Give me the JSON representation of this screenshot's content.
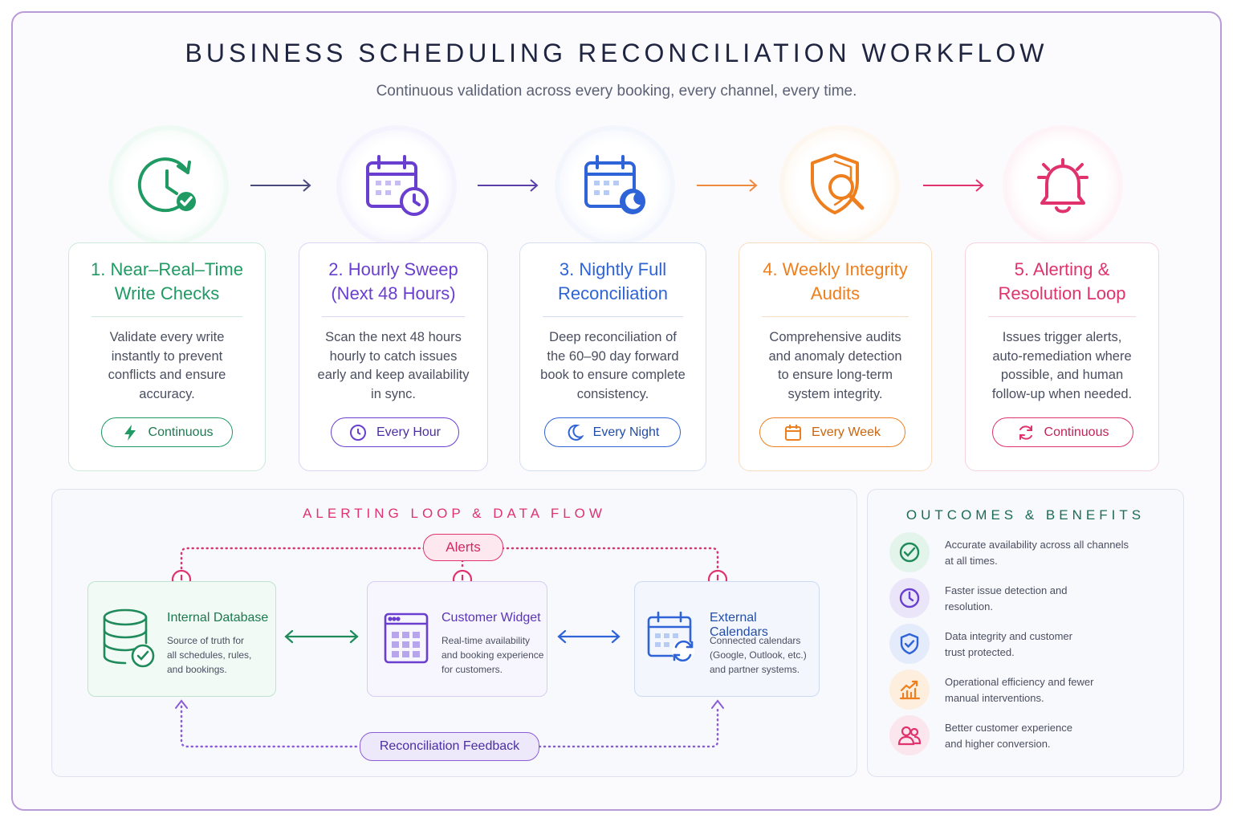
{
  "header": {
    "title": "BUSINESS SCHEDULING RECONCILIATION WORKFLOW",
    "subtitle": "Continuous validation across every booking, every channel, every time."
  },
  "colors": {
    "green": "#1f9a63",
    "purple": "#6a3fcf",
    "blue": "#2f63d8",
    "orange": "#ee7f1e",
    "pink": "#e0336d",
    "frame": "#b99bd8"
  },
  "stages": [
    {
      "title_line1": "1. Near–Real–Time",
      "title_line2": "Write Checks",
      "desc_lines": [
        "Validate every write",
        "instantly to prevent",
        "conflicts and ensure",
        "accuracy."
      ],
      "pill_label": "Continuous",
      "icon": "clock-check-icon",
      "pill_icon": "lightning-icon"
    },
    {
      "title_line1": "2. Hourly Sweep",
      "title_line2": "(Next 48 Hours)",
      "desc_lines": [
        "Scan the next 48 hours",
        "hourly to catch issues",
        "early and keep availability",
        "in sync."
      ],
      "pill_label": "Every Hour",
      "icon": "calendar-clock-icon",
      "pill_icon": "clock-icon"
    },
    {
      "title_line1": "3. Nightly Full",
      "title_line2": "Reconciliation",
      "desc_lines": [
        "Deep reconciliation of",
        "the 60–90 day forward",
        "book to ensure complete",
        "consistency."
      ],
      "pill_label": "Every Night",
      "icon": "calendar-moon-icon",
      "pill_icon": "moon-icon"
    },
    {
      "title_line1": "4. Weekly Integrity",
      "title_line2": "Audits",
      "desc_lines": [
        "Comprehensive audits",
        "and anomaly detection",
        "to ensure long-term",
        "system integrity."
      ],
      "pill_label": "Every Week",
      "icon": "shield-search-icon",
      "pill_icon": "calendar-icon"
    },
    {
      "title_line1": "5. Alerting &",
      "title_line2": "Resolution Loop",
      "desc_lines": [
        "Issues trigger alerts,",
        "auto-remediation where",
        "possible, and human",
        "follow-up when needed."
      ],
      "pill_label": "Continuous",
      "icon": "bell-icon",
      "pill_icon": "refresh-icon"
    }
  ],
  "flow": {
    "title": "ALERTING LOOP & DATA FLOW",
    "alerts_label": "Alerts",
    "feedback_label": "Reconciliation Feedback",
    "nodes": [
      {
        "title": "Internal Database",
        "desc_lines": [
          "Source of truth for",
          "all schedules, rules,",
          "and bookings."
        ],
        "icon": "database-check-icon"
      },
      {
        "title": "Customer Widget",
        "desc_lines": [
          "Real-time availability",
          "and booking experience",
          "for customers."
        ],
        "icon": "widget-calendar-icon"
      },
      {
        "title": "External Calendars",
        "desc_lines": [
          "Connected calendars",
          "(Google, Outlook, etc.)",
          "and partner systems."
        ],
        "icon": "calendar-sync-icon"
      }
    ]
  },
  "outcomes": {
    "title": "OUTCOMES & BENEFITS",
    "items": [
      {
        "line1": "Accurate availability across all channels",
        "line2": "at all times.",
        "icon": "check-circle-icon"
      },
      {
        "line1": "Faster issue detection and",
        "line2": "resolution.",
        "icon": "clock-icon"
      },
      {
        "line1": "Data integrity and customer",
        "line2": "trust protected.",
        "icon": "shield-check-icon"
      },
      {
        "line1": "Operational efficiency and fewer",
        "line2": "manual interventions.",
        "icon": "chart-growth-icon"
      },
      {
        "line1": "Better customer experience",
        "line2": "and higher conversion.",
        "icon": "users-icon"
      }
    ]
  }
}
